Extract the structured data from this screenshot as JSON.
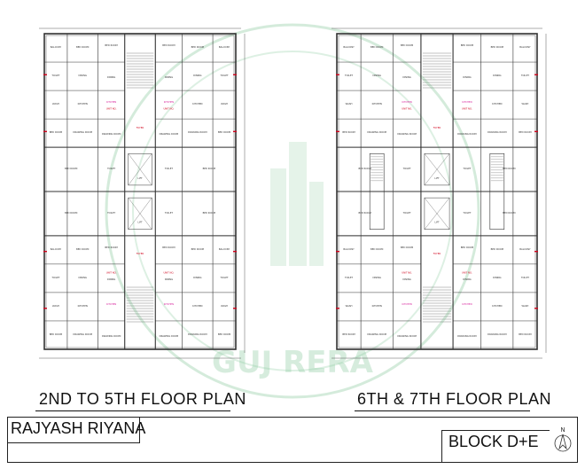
{
  "project_name": "RAJYASH RIYANA",
  "block_label": "BLOCK D+E",
  "compass_label": "N",
  "watermark_text": "GUJ RERA",
  "plans": [
    {
      "title": "2ND TO 5TH FLOOR PLAN"
    },
    {
      "title": "6TH & 7TH FLOOR PLAN"
    }
  ],
  "room_labels": {
    "bed_room": "BED ROOM",
    "dining": "DINING",
    "kitchen": "KITCHEN",
    "drawing_room": "DRAWING ROOM",
    "balcony": "BALCONY",
    "toilet": "TOILET",
    "lift": "LIFT",
    "foyer": "FOYER",
    "wash": "WASH",
    "unit_no": "UNIT NO."
  },
  "colors": {
    "line": "#333333",
    "accent_red": "#d0021b",
    "accent_pink": "#d61f9a",
    "watermark": "#4a9a6a"
  }
}
